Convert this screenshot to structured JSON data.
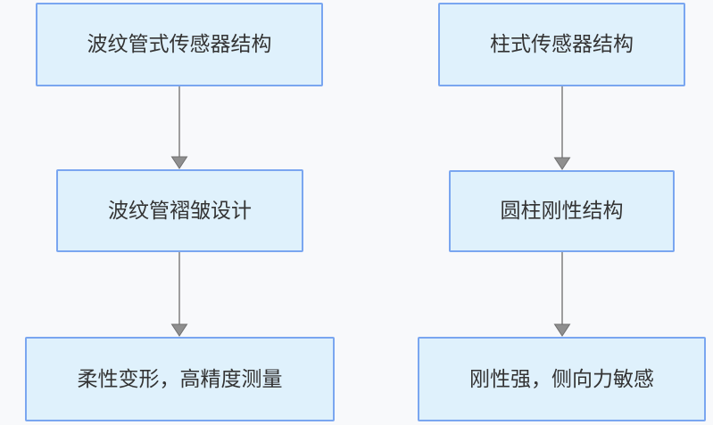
{
  "colors": {
    "background": "#f8f9fb",
    "node_fill": "#dff1fc",
    "node_border": "#7aa6f0",
    "arrow_line": "#9e9e9e",
    "arrow_head": "#8f8f8f",
    "arrow_head_stroke": "#6f6f6f",
    "text": "#333333"
  },
  "diagram": {
    "type": "flowchart",
    "direction": "top-down",
    "columns": [
      {
        "id": "bellows-sensor-flow",
        "nodes": [
          "波纹管式传感器结构",
          "波纹管褶皱设计",
          "柔性变形，高精度测量"
        ]
      },
      {
        "id": "column-sensor-flow",
        "nodes": [
          "柱式传感器结构",
          "圆柱刚性结构",
          "刚性强，侧向力敏感"
        ]
      }
    ]
  }
}
